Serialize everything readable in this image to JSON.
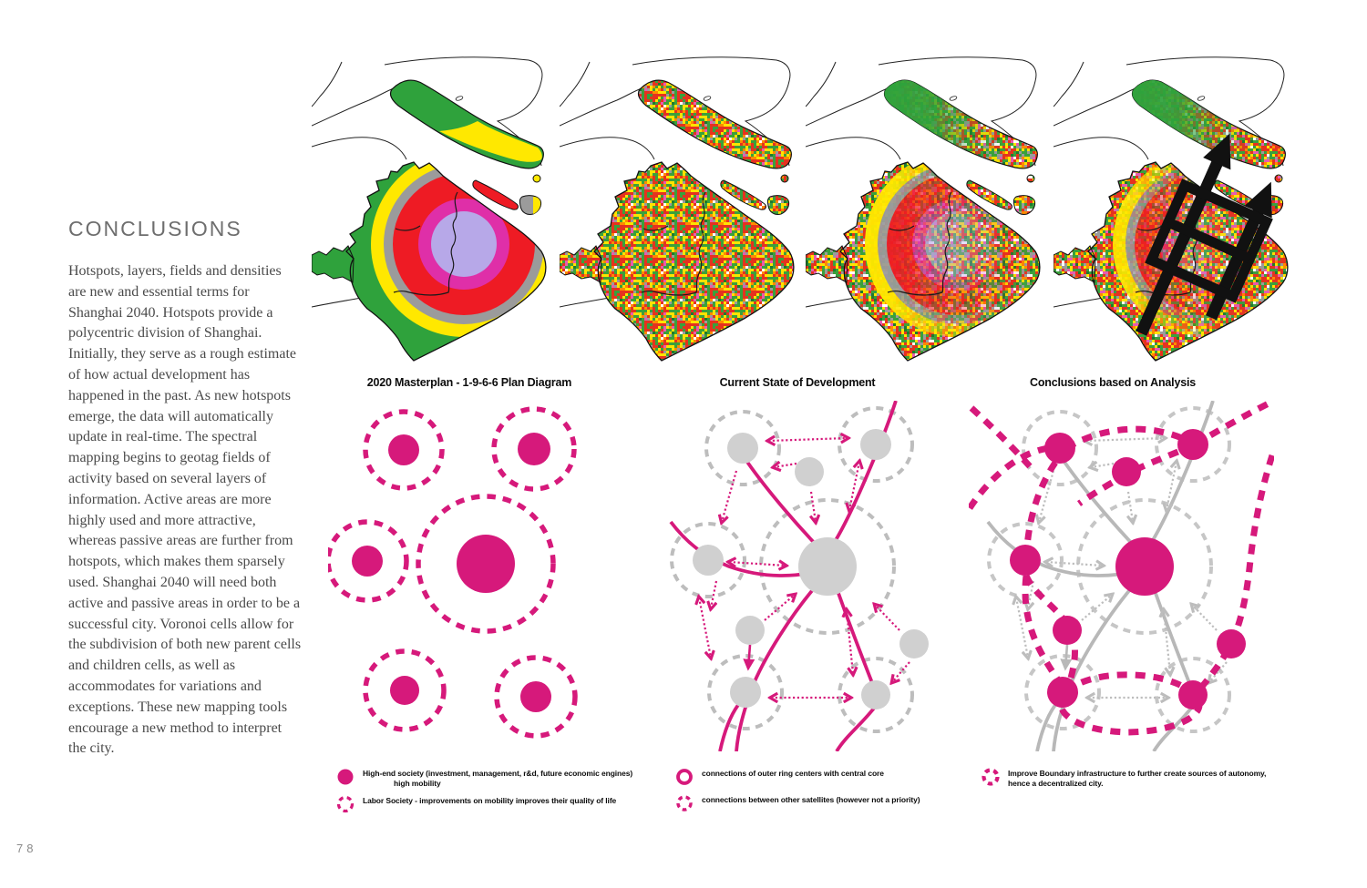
{
  "page": {
    "number": "78"
  },
  "article": {
    "title": "CONCLUSIONS",
    "body": "Hotspots, layers, fields and densities are new and essential terms for Shanghai 2040. Hotspots provide a polycentric division of Shanghai. Initially, they serve as a rough estimate of how actual development has happened in the past. As new hotspots emerge, the data will automatically update in real-time. The spectral mapping begins to geotag fields of activity based on several layers of information. Active areas are more highly used and more attractive, whereas passive areas are further from hotspots, which makes them sparsely used. Shanghai 2040 will need both active and passive areas in order to be a successful city. Voronoi cells allow for the subdivision of both new parent cells and children cells, as well as accommodates for variations and exceptions. These new mapping tools encourage a new method to interpret the city."
  },
  "maps": {
    "items": [
      {
        "name": "masterplan-rings-map"
      },
      {
        "name": "spectral-field-map"
      },
      {
        "name": "current-state-blend-map"
      },
      {
        "name": "analysis-infrastructure-map"
      }
    ]
  },
  "diagrams": [
    {
      "caption": "2020 Masterplan - 1-9-6-6 Plan Diagram",
      "legend": [
        {
          "symbol": "filled-circle",
          "label": "High-end society (investment, management, r&d, future economic engines)",
          "label2": "high mobility"
        },
        {
          "symbol": "dashed-circle",
          "label": "Labor Society - improvements on mobility improves their quality of life"
        }
      ]
    },
    {
      "caption": "Current State of Development",
      "legend": [
        {
          "symbol": "ring",
          "label": "connections of outer ring centers with central core"
        },
        {
          "symbol": "dashed-ring",
          "label": "connections between other satellites (however not a priority)"
        }
      ]
    },
    {
      "caption": "Conclusions based on Analysis",
      "legend": [
        {
          "symbol": "bold-dashed-ring",
          "label": "Improve Boundary infrastructure to further create sources of autonomy,",
          "label2": "hence a decentralized city."
        }
      ]
    }
  ],
  "colors": {
    "accent_pink": "#d6197b",
    "satellite_gray": "#d0d0d0",
    "ring_gray": "#bdbdbd",
    "curve_gray": "#b8b8b8",
    "map_green": "#2fa23c",
    "map_yellow": "#ffe800",
    "map_gray": "#9b9b9b",
    "map_red": "#ee1b24",
    "map_magenta": "#df2fa8",
    "map_lavender": "#b7a8e8",
    "infrastructure_black": "#111111"
  }
}
